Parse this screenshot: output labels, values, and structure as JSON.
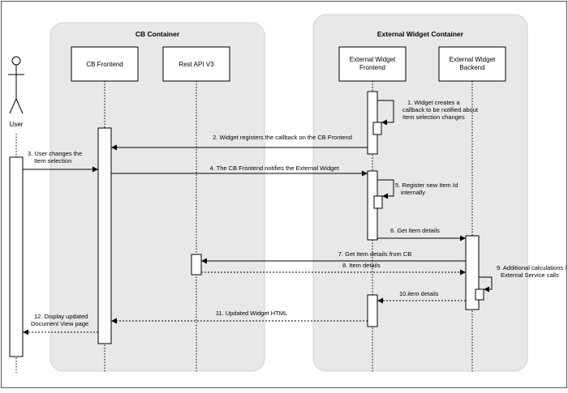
{
  "containers": {
    "cb": {
      "title": "CB Container"
    },
    "external": {
      "title": "External Widget Container"
    }
  },
  "actor": {
    "label": "User"
  },
  "participants": {
    "cb_frontend": {
      "lines": [
        "CB Frontend"
      ]
    },
    "rest_api": {
      "lines": [
        "Rest API V3"
      ]
    },
    "ext_frontend": {
      "lines": [
        "External Widget",
        "Frontend"
      ]
    },
    "ext_backend": {
      "lines": [
        "External Widget",
        "Backend"
      ]
    }
  },
  "messages": {
    "m1": {
      "lines": [
        "1. Widget creates a",
        "callback to be notified about",
        "Item selection changes"
      ]
    },
    "m2": {
      "lines": [
        "2.  Widget registers the callback on the CB Frontend"
      ]
    },
    "m3": {
      "lines": [
        "3. User changes the",
        "Item selection"
      ]
    },
    "m4": {
      "lines": [
        "4.  The CB Frontend notifies the External Widget"
      ]
    },
    "m5": {
      "lines": [
        "5. Register new Item Id",
        "internally"
      ]
    },
    "m6": {
      "lines": [
        "6. Get Item details"
      ]
    },
    "m7": {
      "lines": [
        "7. Get Item details from CB"
      ]
    },
    "m8": {
      "lines": [
        "8. Item details"
      ]
    },
    "m9": {
      "lines": [
        "9. Additional calculations /",
        "External Service calls"
      ]
    },
    "m10": {
      "lines": [
        "10.item details"
      ]
    },
    "m11": {
      "lines": [
        "11. Updated Widget HTML"
      ]
    },
    "m12": {
      "lines": [
        "12. Display updated",
        "Document View page"
      ]
    }
  }
}
